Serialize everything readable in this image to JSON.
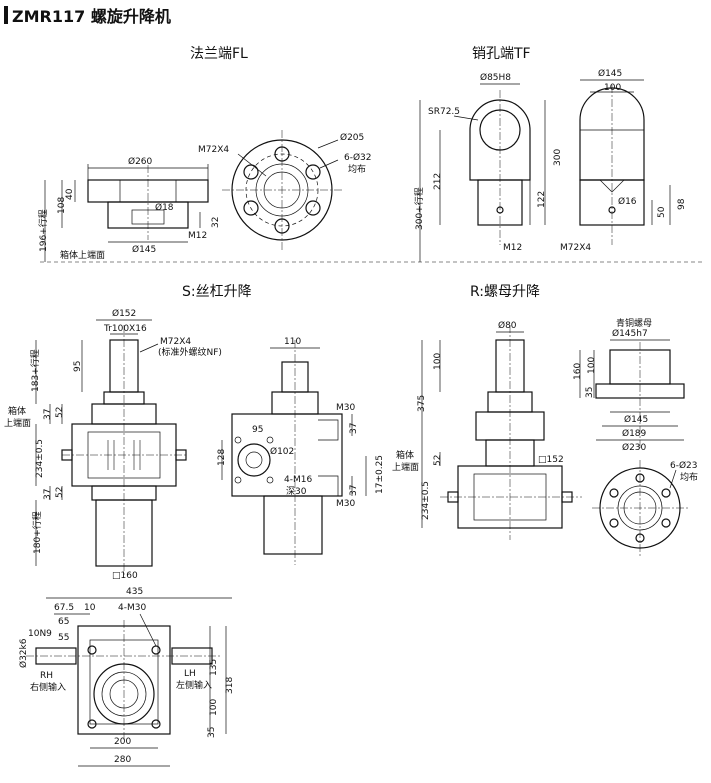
{
  "title": "ZMR117 螺旋升降机",
  "sections": {
    "fl": "法兰端FL",
    "tf": "销孔端TF",
    "s": "S:丝杠升降",
    "r": "R:螺母升降"
  },
  "fl": {
    "d260": "Ø260",
    "d145": "Ø145",
    "d18": "Ø18",
    "h40": "40",
    "h108": "108",
    "h32": "32",
    "m12": "M12",
    "stroke": "196+行程",
    "box_top": "箱体上端面",
    "m72": "M72X4",
    "d205": "Ø205",
    "holes": "6-Ø32",
    "even": "均布"
  },
  "tf": {
    "d85": "Ø85H8",
    "sr": "SR72.5",
    "h212": "212",
    "h300": "300",
    "h122": "122",
    "m12": "M12",
    "m72": "M72X4",
    "stroke": "300+行程",
    "d145": "Ø145",
    "w100": "100",
    "d16": "Ø16",
    "h50": "50",
    "h98": "98"
  },
  "s": {
    "d152": "Ø152",
    "tr": "Tr100X16",
    "m72": "M72X4",
    "std": "(标准外螺纹NF)",
    "h95": "95",
    "top_stroke": "183+行程",
    "box": "箱体",
    "box2": "上端面",
    "h37a": "37",
    "h52a": "52",
    "h234": "234±0.5",
    "h37b": "37",
    "h52b": "52",
    "bot_stroke": "180+行程",
    "sq160": "□160",
    "w110": "110",
    "m30a": "M30",
    "w95": "95",
    "d102": "Ø102",
    "h128": "128",
    "m16": "4-M16",
    "deep": "深30",
    "h37c": "37",
    "h37d": "37",
    "h17": "17±0.25",
    "m30b": "M30"
  },
  "r": {
    "d80": "Ø80",
    "h100": "100",
    "h375": "375",
    "box": "箱体",
    "box2": "上端面",
    "h52": "52",
    "sq152": "□152",
    "h234": "234±0.5",
    "bronze": "青铜螺母",
    "d145h7": "Ø145h7",
    "h160": "160",
    "h100b": "100",
    "h35": "35",
    "d145": "Ø145",
    "d189": "Ø189",
    "d230": "Ø230",
    "holes": "6-Ø23",
    "even": "均布"
  },
  "bottom": {
    "w435": "435",
    "w675": "67.5",
    "w10": "10",
    "w65": "65",
    "w55": "55",
    "key": "10N9",
    "shaft": "Ø32k6",
    "m30": "4-M30",
    "rh": "RH",
    "rh_cn": "右侧输入",
    "lh": "LH",
    "lh_cn": "左侧输入",
    "h135": "135",
    "h318": "318",
    "h100": "100",
    "h35": "35",
    "w200": "200",
    "w280": "280"
  }
}
